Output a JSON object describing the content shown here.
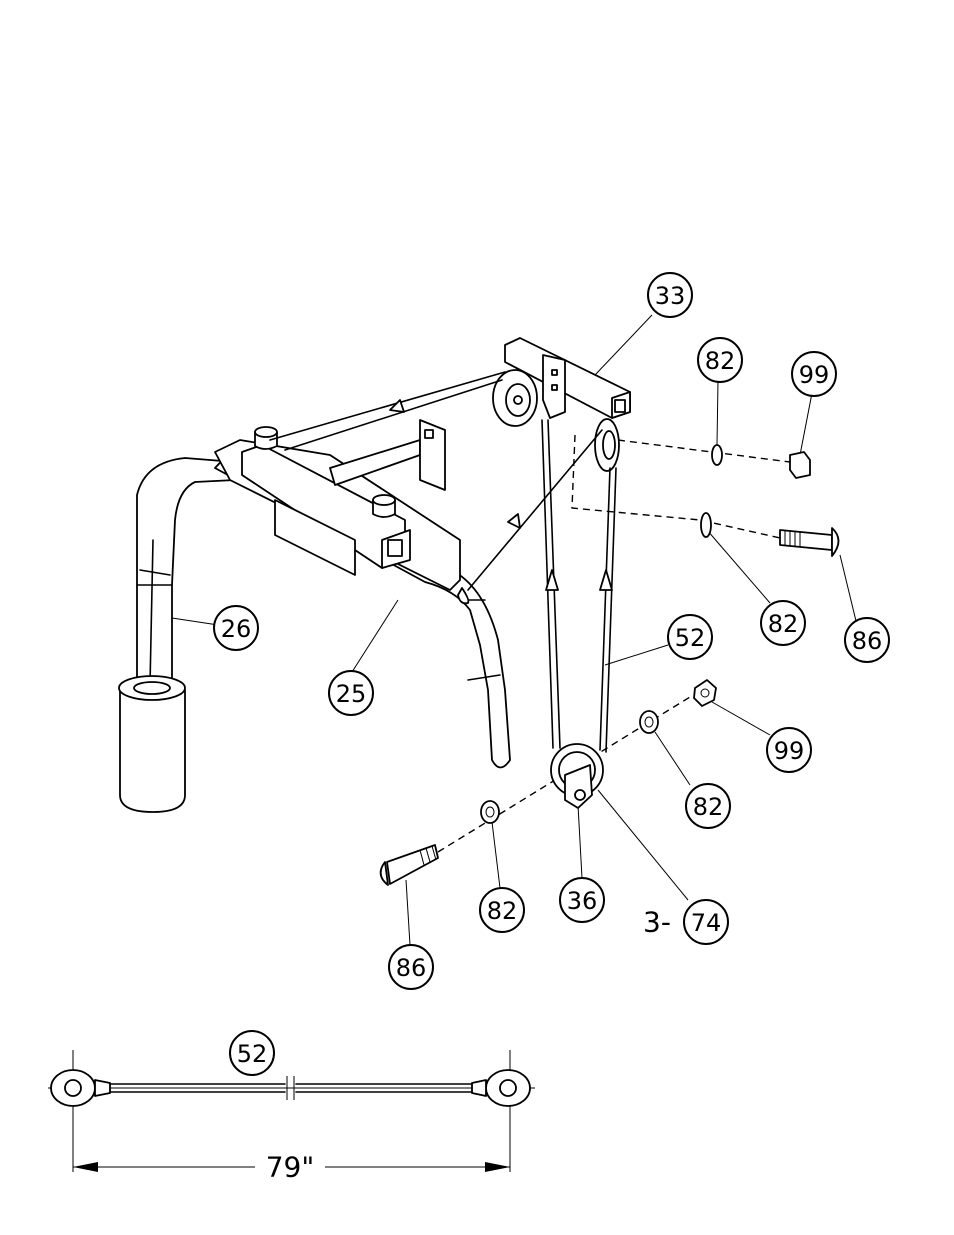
{
  "callouts": [
    {
      "id": "c33",
      "label": "33"
    },
    {
      "id": "c82a",
      "label": "82"
    },
    {
      "id": "c99a",
      "label": "99"
    },
    {
      "id": "c26",
      "label": "26"
    },
    {
      "id": "c25",
      "label": "25"
    },
    {
      "id": "c52a",
      "label": "52"
    },
    {
      "id": "c82b",
      "label": "82"
    },
    {
      "id": "c86a",
      "label": "86"
    },
    {
      "id": "c99b",
      "label": "99"
    },
    {
      "id": "c82c",
      "label": "82"
    },
    {
      "id": "c36",
      "label": "36"
    },
    {
      "id": "c82d",
      "label": "82"
    },
    {
      "id": "c86b",
      "label": "86"
    },
    {
      "id": "c52b",
      "label": "52"
    }
  ],
  "free_label": {
    "prefix": "3-",
    "label": "74"
  },
  "cable_length": "79\""
}
